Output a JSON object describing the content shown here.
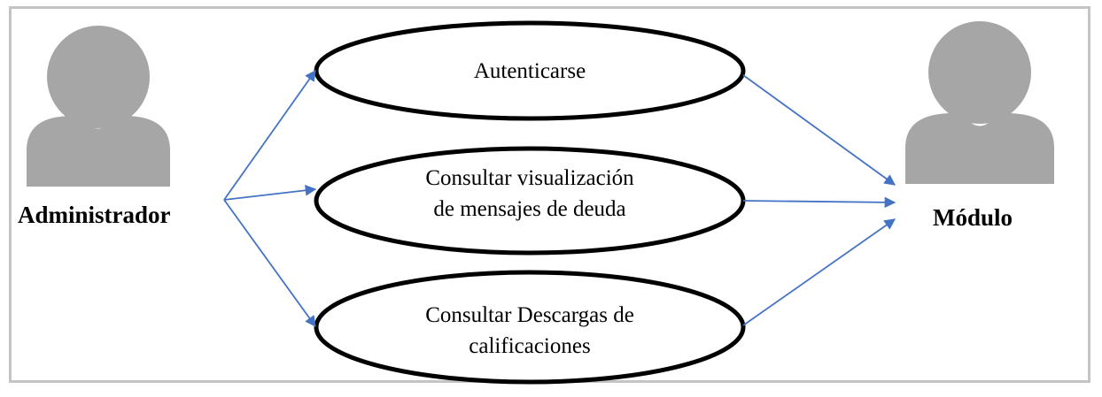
{
  "actors": {
    "left": {
      "label": "Administrador",
      "icon": "person-silhouette-icon"
    },
    "right": {
      "label": "Módulo",
      "icon": "person-silhouette-icon"
    }
  },
  "use_cases": [
    {
      "line1": "Autenticarse",
      "line2": ""
    },
    {
      "line1": "Consultar visualización",
      "line2": "de mensajes de deuda"
    },
    {
      "line1": "Consultar Descargas de",
      "line2": "calificaciones"
    }
  ],
  "colors": {
    "frame": "#c4c4c4",
    "actor_fill": "#a6a6a6",
    "arrow": "#4472c4",
    "ellipse_stroke": "#000000"
  }
}
